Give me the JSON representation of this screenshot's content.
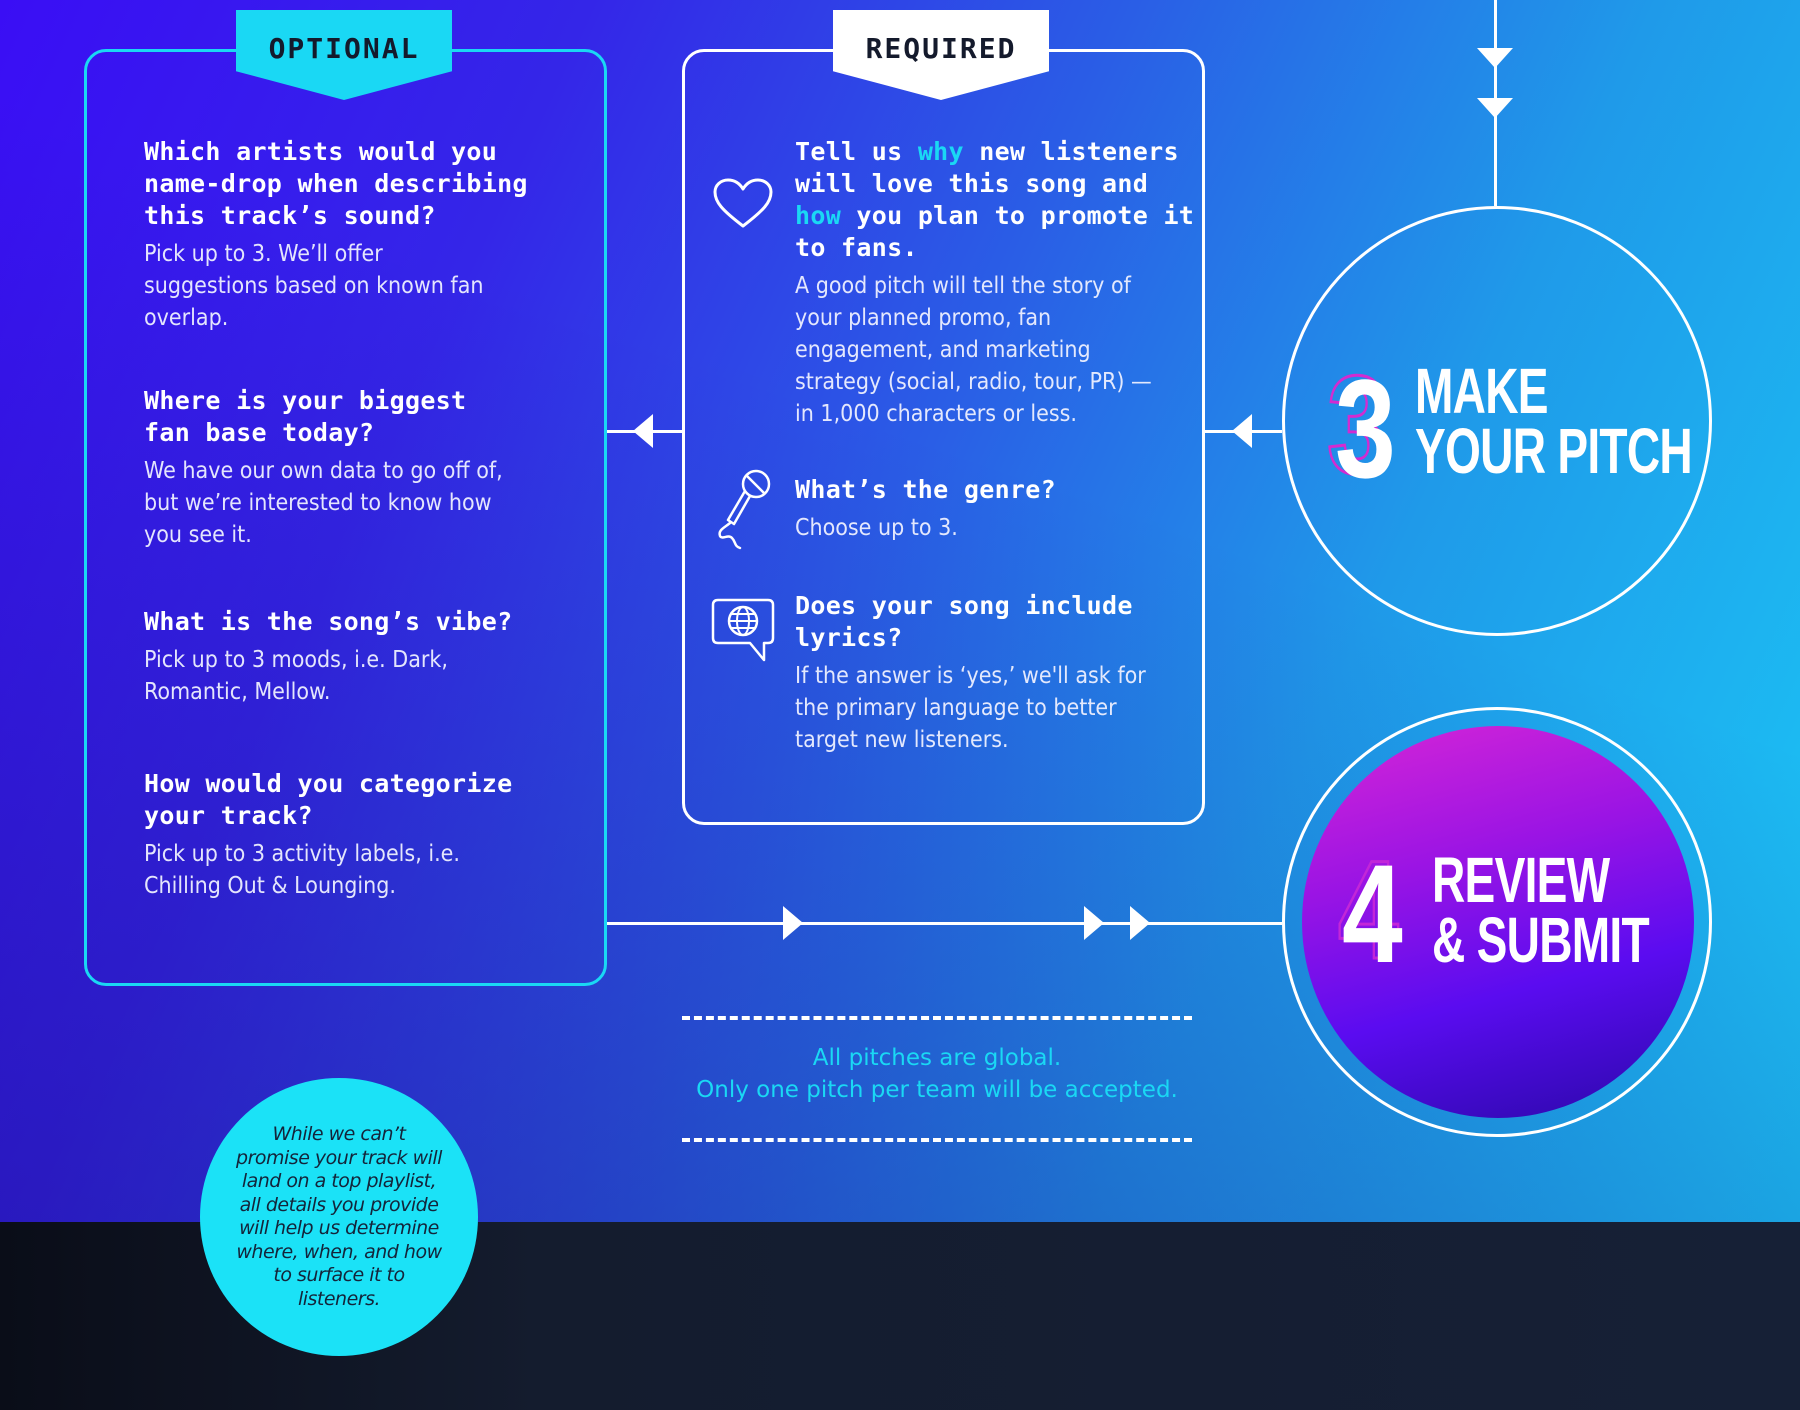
{
  "colors": {
    "accent_cyan": "#1ad8f4",
    "white": "#ffffff",
    "bg_gradient_start": "#3a0ef5",
    "bg_gradient_end": "#1bc8f6",
    "footer_dark": "#141c2e",
    "step4_magenta": "#d826d6",
    "step4_violet": "#5a0cf0"
  },
  "optional": {
    "tag": "OPTIONAL",
    "questions": [
      {
        "title": "Which artists would you name-drop when describing this track’s sound?",
        "lines": [
          "Which artists would you",
          "name-drop when describing",
          "this track’s sound?"
        ],
        "body": "Pick up to 3. We’ll offer suggestions based on known fan overlap."
      },
      {
        "title": "Where is your biggest fan base today?",
        "lines": [
          "Where is your biggest",
          "fan base today?"
        ],
        "body": "We have our own data to go off of, but we’re interested to know how you see it."
      },
      {
        "title": "What is the song’s vibe?",
        "lines": [
          "What is the song’s vibe?"
        ],
        "body": "Pick up to 3 moods, i.e. Dark, Romantic, Mellow."
      },
      {
        "title": "How would you categorize your track?",
        "lines": [
          "How would you categorize",
          "your track?"
        ],
        "body": "Pick up to 3 activity labels, i.e. Chilling Out & Lounging."
      }
    ]
  },
  "required": {
    "tag": "REQUIRED",
    "questions": [
      {
        "icon": "heart-icon",
        "title_parts": {
          "p1": "Tell us ",
          "why": "why",
          "p2": " new listeners will love this song and ",
          "how": "how",
          "p3": " you plan to promote it to fans."
        },
        "body": "A good pitch will tell the story of your planned promo, fan engagement, and marketing strategy (social, radio, tour, PR) — in 1,000 characters or less."
      },
      {
        "icon": "microphone-icon",
        "title": "What’s the genre?",
        "body": "Choose up to 3."
      },
      {
        "icon": "globe-speech-bubble-icon",
        "title": "Does your song include lyrics?",
        "body": "If the answer is ‘yes,’ we'll ask for the primary language to better target new listeners."
      }
    ]
  },
  "steps": [
    {
      "number": "3",
      "line1": "MAKE",
      "line2": "YOUR PITCH"
    },
    {
      "number": "4",
      "line1": "REVIEW",
      "line2": "& SUBMIT"
    }
  ],
  "note": {
    "line1": "All pitches are global.",
    "line2": "Only one pitch per team will be accepted."
  },
  "bubble": {
    "text": "While we can’t promise your track will land on a top playlist, all details you provide will help us determine where, when, and how to surface it to listeners."
  }
}
